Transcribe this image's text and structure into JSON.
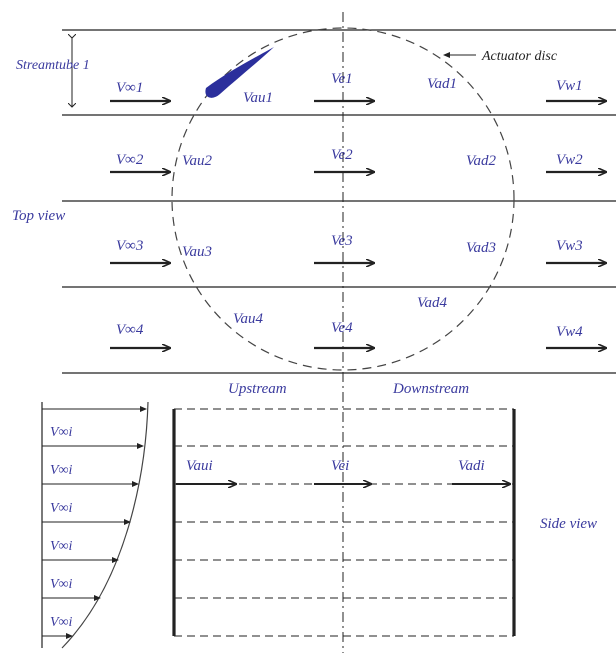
{
  "colors": {
    "ink": "#222222",
    "label": "#3a3a9e",
    "blade": "#2b2f9c"
  },
  "top_view": {
    "view_label": "Top view",
    "streamtube_label": "Streamtube 1",
    "actuator_label": "Actuator disc",
    "rows": [
      {
        "inlet": "V∞1",
        "upstream": "Vau1",
        "equator": "Ve1",
        "downstream": "Vad1",
        "wake": "Vw1"
      },
      {
        "inlet": "V∞2",
        "upstream": "Vau2",
        "equator": "Ve2",
        "downstream": "Vad2",
        "wake": "Vw2"
      },
      {
        "inlet": "V∞3",
        "upstream": "Vau3",
        "equator": "Ve3",
        "downstream": "Vad3",
        "wake": "Vw3"
      },
      {
        "inlet": "V∞4",
        "upstream": "Vau4",
        "equator": "Ve4",
        "downstream": "Vad4",
        "wake": "Vw4"
      }
    ]
  },
  "side_view": {
    "view_label": "Side view",
    "upstream_label": "Upstream",
    "downstream_label": "Downstream",
    "inlet_labels": [
      "V∞i",
      "V∞i",
      "V∞i",
      "V∞i",
      "V∞i",
      "V∞i"
    ],
    "upstream_vel": "Vaui",
    "equator_vel": "Vei",
    "downstream_vel": "Vadi"
  }
}
